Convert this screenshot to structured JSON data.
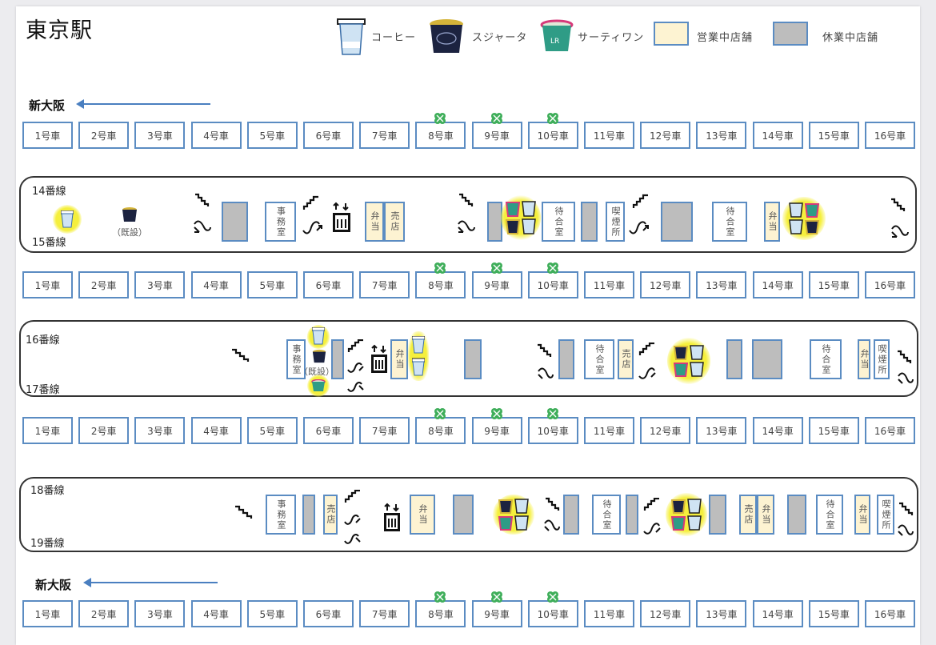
{
  "station": {
    "title": "東京駅"
  },
  "legend": {
    "coffee": "コーヒー",
    "sujata": "スジャータ",
    "thirtyone": "サーティワン",
    "open_store": "営業中店舗",
    "closed_store": "休業中店舗",
    "colors": {
      "open": "#fdf3d2",
      "closed": "#bdbdbd",
      "border": "#5b8cc2",
      "highlight": "#f5ef3d"
    }
  },
  "direction": {
    "label": "新大阪"
  },
  "cars": [
    "1号車",
    "2号車",
    "3号車",
    "4号車",
    "5号車",
    "6号車",
    "7号車",
    "8号車",
    "9号車",
    "10号車",
    "11号車",
    "12号車",
    "13号車",
    "14号車",
    "15号車",
    "16号車"
  ],
  "green_cars": [
    "8号車",
    "9号車",
    "10号車"
  ],
  "platforms": [
    {
      "top_line": "14番線",
      "bottom_line": "15番線",
      "existing_note": "（既設）",
      "rooms": [
        "事務室",
        "弁当",
        "売店",
        "待合室",
        "喫煙所",
        "待合室",
        "弁当"
      ]
    },
    {
      "top_line": "16番線",
      "bottom_line": "17番線",
      "existing_note": "（既設）",
      "rooms": [
        "事務室",
        "弁当",
        "待合室",
        "売店",
        "待合室",
        "弁当",
        "喫煙所"
      ]
    },
    {
      "top_line": "18番線",
      "bottom_line": "19番線",
      "rooms": [
        "事務室",
        "売店",
        "弁当",
        "待合室",
        "売店",
        "弁当",
        "待合室",
        "弁当",
        "喫煙所"
      ]
    }
  ]
}
